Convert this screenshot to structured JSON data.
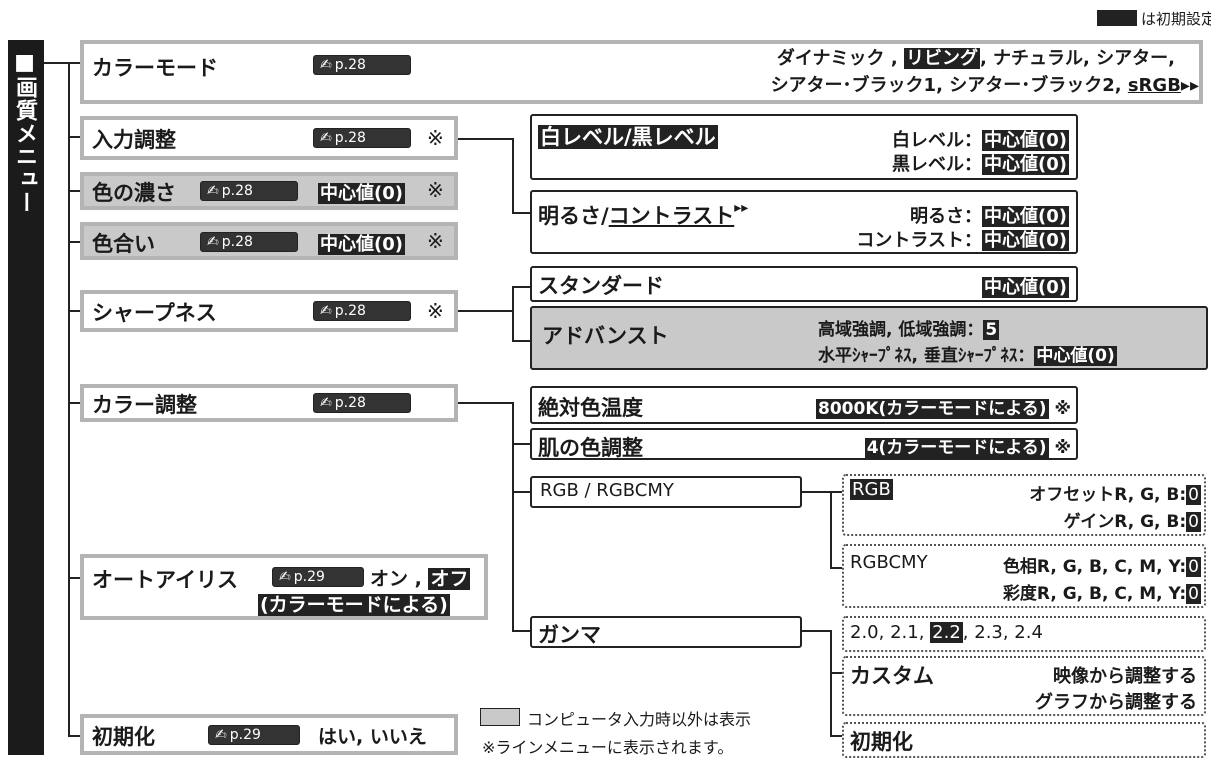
{
  "legend_default": "は初期設定値",
  "legend_computer": "コンピュータ入力時以外は表示",
  "legend_note": "※ラインメニューに表示されます。",
  "sidebar_title": "■画質メニュー",
  "ref_icon": "pen-hand-icon",
  "menu": {
    "color_mode": {
      "label": "カラーモード",
      "ref": "p.28",
      "opts1_a": "ダイナミック ,",
      "opts1_b": "リビング",
      "opts1_c": ", ナチュラル, シアター,",
      "opts2_a": "シアター･ブラック1, シアター･ブラック2,",
      "opts2_b": "sRGB"
    },
    "input_adjust": {
      "label": "入力調整",
      "ref": "p.28",
      "mark": "※"
    },
    "color_density": {
      "label": "色の濃さ",
      "ref": "p.28",
      "value": "中心値(0)",
      "mark": "※"
    },
    "hue": {
      "label": "色合い",
      "ref": "p.28",
      "value": "中心値(0)",
      "mark": "※"
    },
    "sharpness": {
      "label": "シャープネス",
      "ref": "p.28",
      "mark": "※"
    },
    "color_adjust": {
      "label": "カラー調整",
      "ref": "p.28"
    },
    "auto_iris": {
      "label": "オートアイリス",
      "ref": "p.29",
      "opt_on": "オン ,",
      "opt_off": "オフ",
      "note": "(カラーモードによる)"
    },
    "reset": {
      "label": "初期化",
      "ref": "p.29",
      "opts": "はい, いいえ"
    }
  },
  "sub": {
    "white_black": {
      "label": "白レベル/黒レベル",
      "white": "白レベル：",
      "black": "黒レベル：",
      "value": "中心値(0)"
    },
    "bright_contrast": {
      "label_a": "明るさ/",
      "label_b": "コントラスト",
      "bright": "明るさ：",
      "contrast": "コントラスト：",
      "value": "中心値(0)"
    },
    "standard": {
      "label": "スタンダード",
      "value": "中心値(0)"
    },
    "advanced": {
      "label": "アドバンスト",
      "line1": "高域強調, 低域強調：",
      "line1_val": "5",
      "line2": "水平ｼｬｰﾌﾟﾈｽ, 垂直ｼｬｰﾌﾟﾈｽ：",
      "line2_val": "中心値(0)"
    },
    "abs_temp": {
      "label": "絶対色温度",
      "value": "8000K(カラーモードによる)",
      "mark": "※"
    },
    "skin": {
      "label": "肌の色調整",
      "value": "4(カラーモードによる)",
      "mark": "※"
    },
    "rgb": {
      "label": "RGB / RGBCMY"
    },
    "gamma": {
      "label": "ガンマ"
    }
  },
  "sub2": {
    "rgb_item": {
      "label": "RGB",
      "offset": "オフセットR, G, B:",
      "gain": "ゲインR, G, B:",
      "val": "0"
    },
    "rgbcmy_item": {
      "label": "RGBCMY",
      "hue": "色相R, G, B, C, M, Y:",
      "sat": "彩度R, G, B, C, M, Y:",
      "val": "0"
    },
    "gamma_vals": {
      "a": "2.0, 2.1,",
      "b": "2.2",
      "c": ", 2.3, 2.4"
    },
    "custom": {
      "label": "カスタム",
      "opt1": "映像から調整する",
      "opt2": "グラフから調整する"
    },
    "reset": {
      "label": "初期化"
    }
  }
}
